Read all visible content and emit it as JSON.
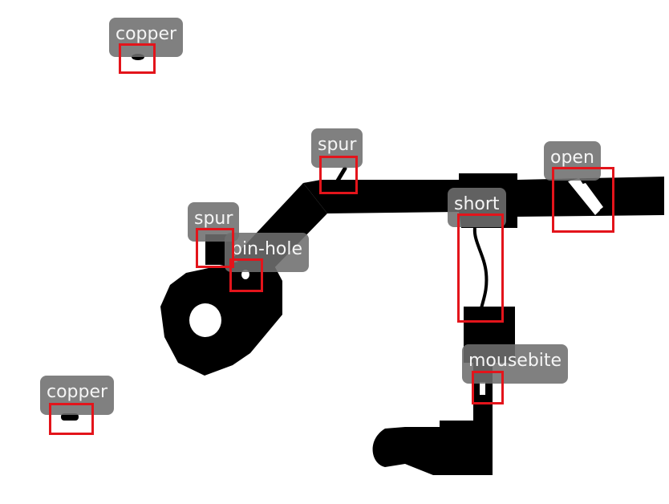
{
  "image": {
    "background": "#ffffff",
    "trace_color": "#000000",
    "box_color": "#e3141b",
    "label_bg_color": "#6e6e6e",
    "label_text_color": "#f5f5f5"
  },
  "detections": [
    {
      "label": "copper"
    },
    {
      "label": "spur"
    },
    {
      "label": "open"
    },
    {
      "label": "spur"
    },
    {
      "label": "pin-hole"
    },
    {
      "label": "short"
    },
    {
      "label": "mousebite"
    },
    {
      "label": "copper"
    }
  ]
}
